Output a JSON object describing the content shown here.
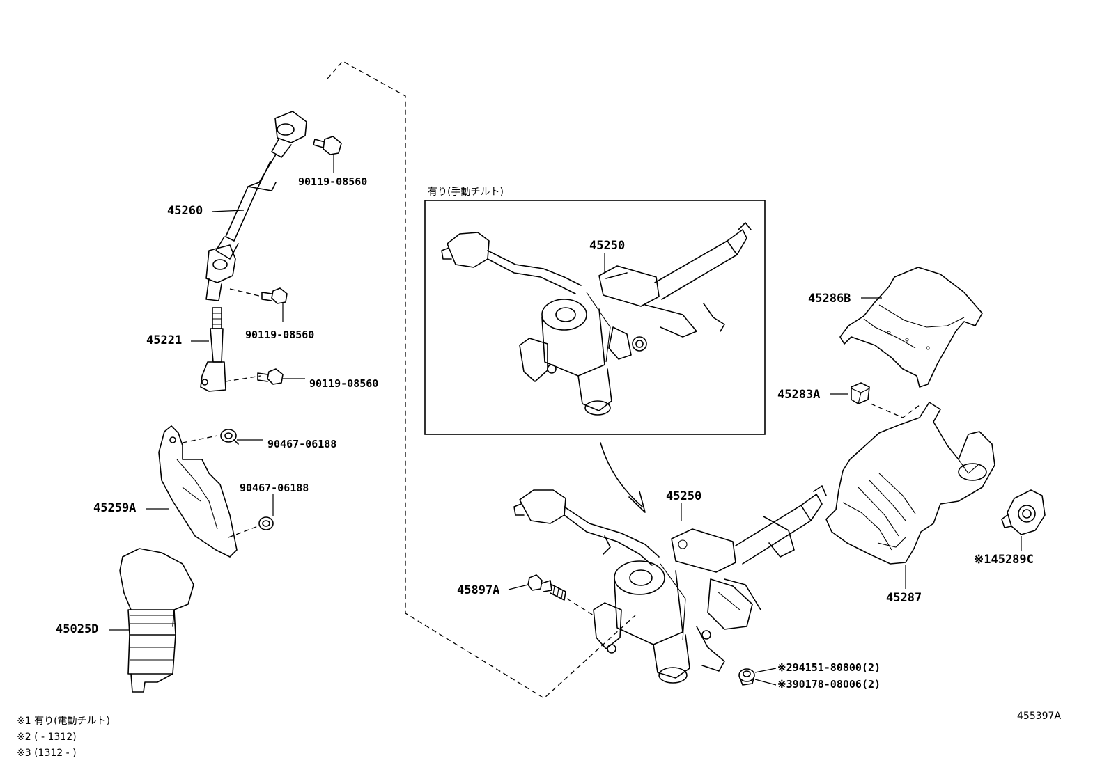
{
  "callouts": {
    "p45260": "45260",
    "p90119_a": "90119-08560",
    "p90119_b": "90119-08560",
    "p45221": "45221",
    "p90119_c": "90119-08560",
    "p90467_a": "90467-06188",
    "p90467_b": "90467-06188",
    "p45259A": "45259A",
    "p45025D": "45025D",
    "p45250_inset": "45250",
    "p45250_main": "45250",
    "p45897A": "45897A",
    "p45286B": "45286B",
    "p45283A": "45283A",
    "p45289C": "※145289C",
    "p45287": "45287",
    "p94151": "※294151-80800(2)",
    "p90178": "※390178-08006(2)"
  },
  "inset_caption": "有り(手動チルト)",
  "footnotes": [
    "※1 有り(電動チルト)",
    "※2 (      - 1312)",
    "※3 (1312 -      )"
  ],
  "figure_number": "455397A"
}
